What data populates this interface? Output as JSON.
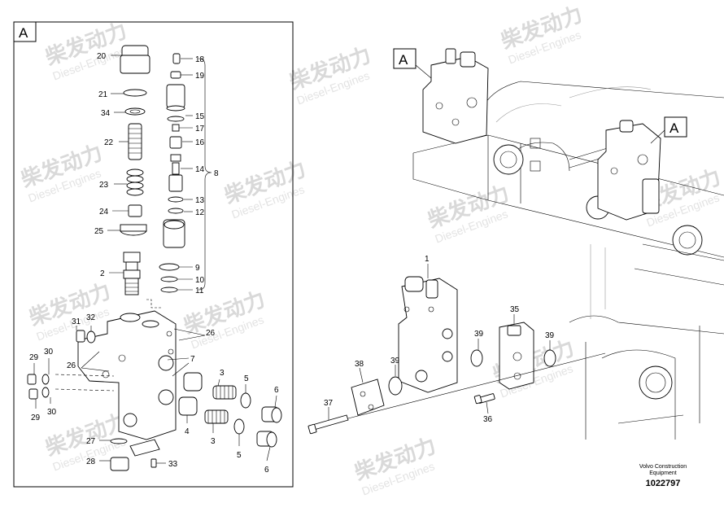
{
  "diagram": {
    "detail_marker": "A",
    "callouts": [
      "20",
      "21",
      "34",
      "22",
      "23",
      "24",
      "25",
      "2",
      "18",
      "19",
      "15",
      "17",
      "16",
      "14",
      "13",
      "12",
      "9",
      "10",
      "11",
      "8",
      "31",
      "32",
      "26",
      "29",
      "30",
      "7",
      "3",
      "5",
      "6",
      "4",
      "27",
      "28",
      "33",
      "1",
      "35",
      "38",
      "39",
      "37",
      "36"
    ],
    "credit": {
      "line1": "Volvo Construction",
      "line2": "Equipment"
    },
    "drawing_number": "1022797"
  },
  "watermark": {
    "brand": "柴发动力",
    "sub": "Diesel-Engines"
  }
}
